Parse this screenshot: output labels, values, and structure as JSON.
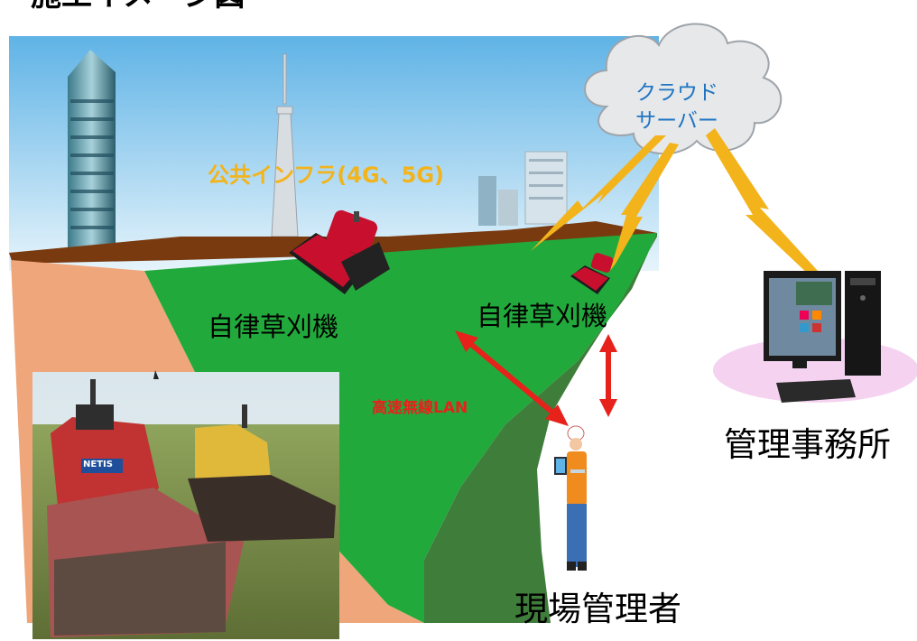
{
  "title": "施工イメージ図",
  "cloud": {
    "line1": "クラウド",
    "line2": "サーバー"
  },
  "infra_label": "公共インフラ(4G、5G)",
  "mower_label_left": "自律草刈機",
  "mower_label_right": "自律草刈機",
  "lan_label": "高速無線LAN",
  "office_label": "管理事務所",
  "manager_label": "現場管理者",
  "photo_badge": "NETIS",
  "colors": {
    "sky": "#9fd0ee",
    "grass_light": "#22a93c",
    "grass_dark": "#3f7d3a",
    "soil_top": "#7a3a10",
    "soil_side": "#eea67a",
    "cloud_text": "#1f74c2",
    "infra_text": "#f3b31b",
    "lan_text": "#e6221b",
    "lightning": "#f3b31b",
    "arrow": "#e6221b"
  },
  "icons": [
    "cloud-icon",
    "lightning-icon",
    "robot-mower-icon",
    "worker-icon",
    "tablet-icon",
    "monitor-icon",
    "pc-tower-icon",
    "keyboard-icon",
    "skyscraper-icon",
    "tv-tower-icon",
    "double-arrow-icon"
  ]
}
